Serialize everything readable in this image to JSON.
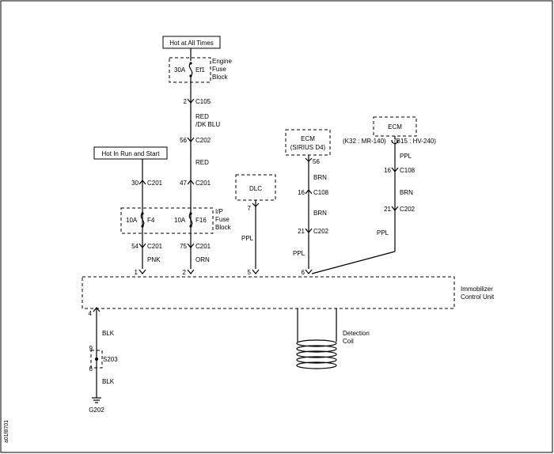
{
  "labels": {
    "hot_all": "Hot at All Times",
    "hot_run": "Hot In Run and Start",
    "fuse_ef1_amp": "30A",
    "fuse_ef1_name": "Ef1",
    "engine_fuse_1": "Engine",
    "engine_fuse_2": "Fuse",
    "engine_fuse_3": "Block",
    "conn_c105_pin": "2",
    "conn_c105": "C105",
    "wire_red_dkblu_1": "RED",
    "wire_red_dkblu_2": "/DK BLU",
    "conn_c202a_pin": "56",
    "conn_c202a": "C202",
    "wire_red": "RED",
    "conn_c201a_pin": "47",
    "conn_c201a": "C201",
    "conn_c201b_pin": "30",
    "conn_c201b": "C201",
    "fuse_f4_amp": "10A",
    "fuse_f4_name": "F4",
    "fuse_f16_amp": "10A",
    "fuse_f16_name": "F16",
    "ip_fuse_1": "I/P",
    "ip_fuse_2": "Fuse",
    "ip_fuse_3": "Block",
    "conn_c201c_pin": "54",
    "conn_c201c": "C201",
    "conn_c201d_pin": "75",
    "conn_c201d": "C201",
    "wire_pnk": "PNK",
    "wire_orn": "ORN",
    "dlc": "DLC",
    "dlc_pin": "7",
    "wire_ppl_dlc": "PPL",
    "ecm1_1": "ECM",
    "ecm1_2": "(SIRIUS D4)",
    "ecm1_pin": "56",
    "wire_brn_1": "BRN",
    "conn_c108a_pin": "16",
    "conn_c108a": "C108",
    "wire_brn_2": "BRN",
    "conn_c202b_pin": "21",
    "conn_c202b": "C202",
    "wire_ppl_ecm1": "PPL",
    "ecm2": "ECM",
    "ecm2_variant_a": "(K32 : MR-140)",
    "ecm2_variant_b": "(B15 : HV-240)",
    "wire_ppl_ecm2a": "PPL",
    "conn_c108b_pin": "16",
    "conn_c108b": "C108",
    "wire_brn_3": "BRN",
    "conn_c202c_pin": "21",
    "conn_c202c": "C202",
    "wire_ppl_ecm2b": "PPL",
    "pin_1": "1",
    "pin_2": "2",
    "pin_5": "5",
    "pin_6": "6",
    "pin_4": "4",
    "immobilizer_1": "Immobilizer",
    "immobilizer_2": "Control Unit",
    "wire_blk_1": "BLK",
    "splice_pin_top": "9",
    "splice_name": "S203",
    "splice_pin_bot": "6",
    "wire_blk_2": "BLK",
    "ground": "G202",
    "detection_1": "Detection",
    "detection_2": "Coil",
    "figure_code": "a01f8701"
  }
}
